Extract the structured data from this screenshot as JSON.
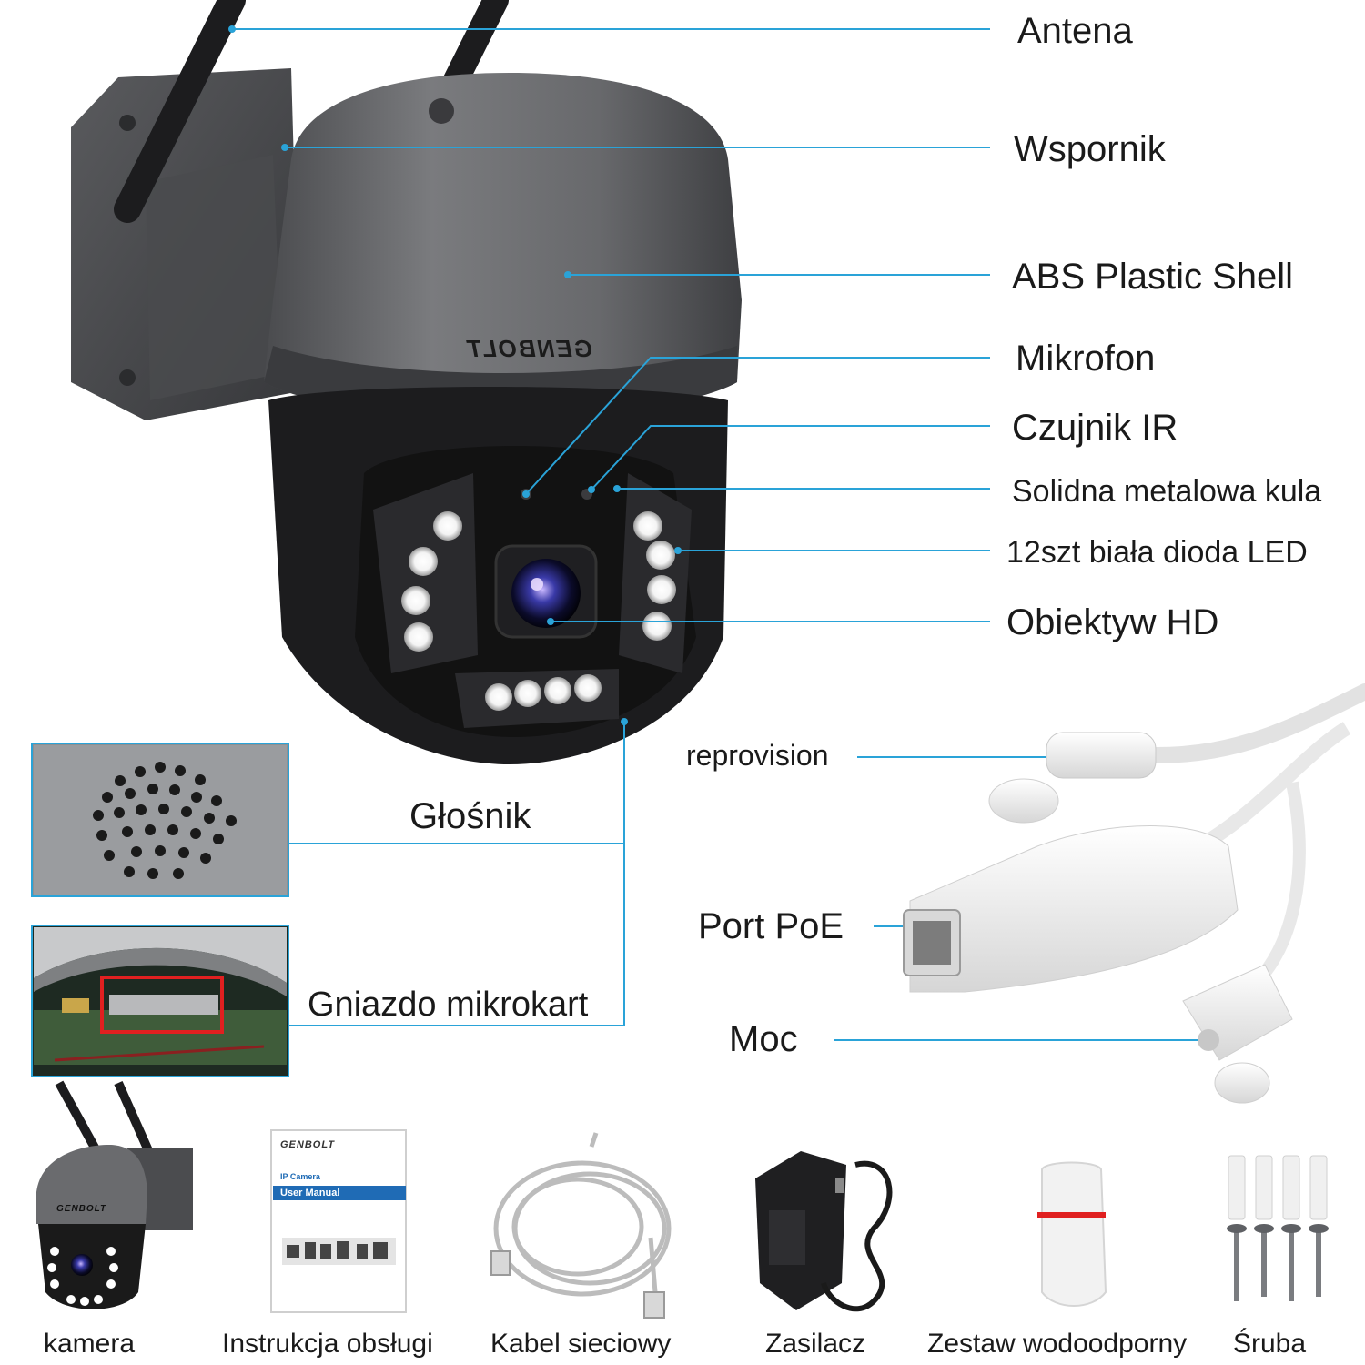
{
  "labels": {
    "antenna": "Antena",
    "bracket": "Wspornik",
    "shell": "ABS Plastic Shell",
    "microphone": "Mikrofon",
    "ir_sensor": "Czujnik IR",
    "metal_ball": "Solidna metalowa kula",
    "led": "12szt biała dioda LED",
    "lens": "Obiektyw HD",
    "speaker": "Głośnik",
    "sd_slot": "Gniazdo mikrokart",
    "reprovision": "reprovision",
    "poe_port": "Port PoE",
    "power": "Moc"
  },
  "package": [
    {
      "label": "kamera",
      "icon": "camera-thumbnail"
    },
    {
      "label": "Instrukcja obsługi",
      "icon": "user-manual"
    },
    {
      "label": "Kabel sieciowy",
      "icon": "network-cable"
    },
    {
      "label": "Zasilacz",
      "icon": "power-adapter"
    },
    {
      "label": "Zestaw wodoodporny",
      "icon": "waterproof-kit"
    },
    {
      "label": "Śruba",
      "icon": "screws"
    }
  ],
  "manual": {
    "brand": "GENBOLT",
    "subtitle": "IP Camera",
    "title": "User Manual"
  },
  "logo": "GENBOLT",
  "colors": {
    "leader_line": "#2aa3d8",
    "housing": "#5e5f62",
    "face": "#151515",
    "highlight_box": "#e02020"
  }
}
